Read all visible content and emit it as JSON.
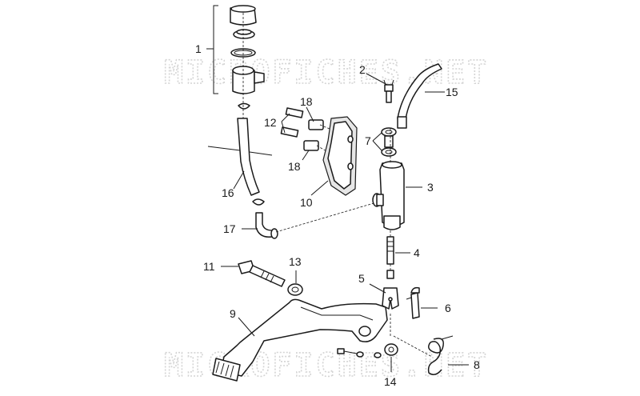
{
  "watermarks": [
    "MICROFICHES.NET",
    "MICROFICHES.NET"
  ],
  "callouts": {
    "c1": "1",
    "c2": "2",
    "c3": "3",
    "c4": "4",
    "c5": "5",
    "c6": "6",
    "c7": "7",
    "c8": "8",
    "c9": "9",
    "c10": "10",
    "c11": "11",
    "c12": "12",
    "c13": "13",
    "c14": "14",
    "c15": "15",
    "c16": "16",
    "c17": "17",
    "c18a": "18",
    "c18b": "18"
  }
}
